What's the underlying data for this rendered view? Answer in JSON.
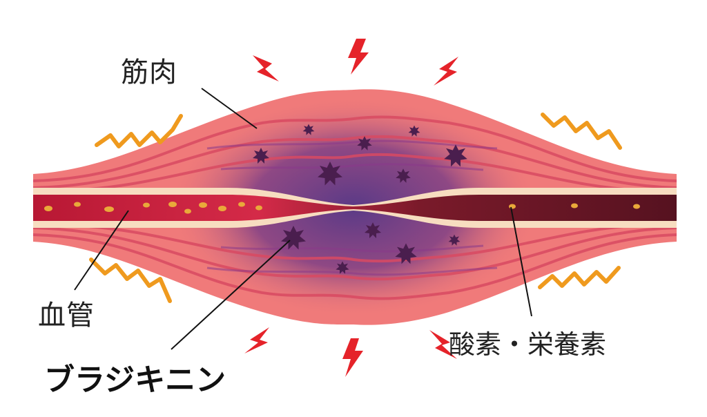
{
  "labels": {
    "muscle": "筋肉",
    "blood_vessel": "血管",
    "oxygen_nutrients": "酸素・栄養素",
    "bradykinin": "ブラジキニン"
  },
  "colors": {
    "muscle_outer": "#f07a7a",
    "muscle_fiber": "#d94a62",
    "muscle_center": "#6a3f86",
    "vessel_wall": "#f7ddc0",
    "vessel_blood_left": "#c8203c",
    "vessel_blood_right": "#5a1420",
    "particles": "#e9a93a",
    "bradykinin": "#4a1e4e",
    "pain_bolt": "#e5232a",
    "heat_wave": "#ef9a1e",
    "leader_line": "#111111"
  }
}
